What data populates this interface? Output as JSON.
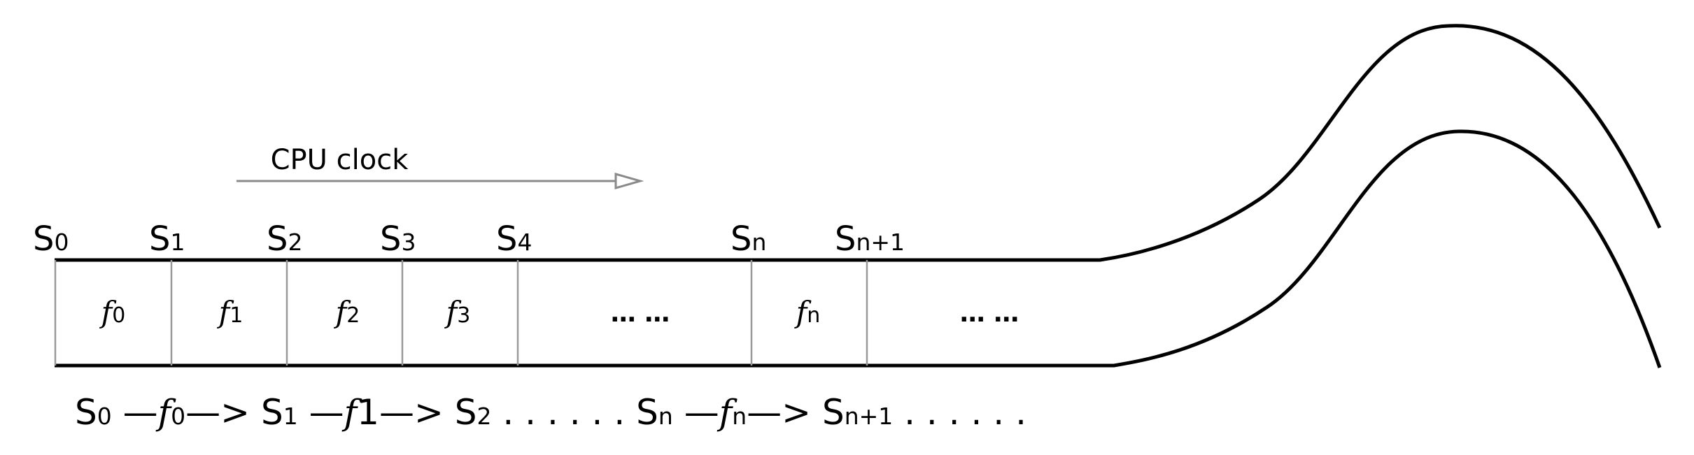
{
  "clock": {
    "label": "CPU clock"
  },
  "states": [
    {
      "base": "S",
      "sub": "0"
    },
    {
      "base": "S",
      "sub": "1"
    },
    {
      "base": "S",
      "sub": "2"
    },
    {
      "base": "S",
      "sub": "3"
    },
    {
      "base": "S",
      "sub": "4"
    },
    {
      "base": "S",
      "sub": "n"
    },
    {
      "base": "S",
      "sub": "n+1"
    }
  ],
  "cells": [
    {
      "kind": "func",
      "base": "f",
      "sub": "0"
    },
    {
      "kind": "func",
      "base": "f",
      "sub": "1"
    },
    {
      "kind": "func",
      "base": "f",
      "sub": "2"
    },
    {
      "kind": "func",
      "base": "f",
      "sub": "3"
    },
    {
      "kind": "dots",
      "text": "… …"
    },
    {
      "kind": "func",
      "base": "f",
      "sub": "n"
    },
    {
      "kind": "dots",
      "text": "… …"
    }
  ],
  "sequence": {
    "s0": "S",
    "s0_sub": "0",
    "arrow1_pre": " —",
    "f0": "f",
    "f0_sub": "0",
    "arrow1_post": "—> ",
    "s1": "S",
    "s1_sub": "1",
    "arrow2_pre": " —",
    "f1": "f",
    "f1_sub": "1",
    "arrow2_post": "—> ",
    "s2": "S",
    "s2_sub": "2",
    "dots1": " . . . . . . ",
    "sn": "S",
    "sn_sub": "n",
    "arrow3_pre": " —",
    "fn": "f",
    "fn_sub": "n",
    "arrow3_post": "—> ",
    "sn1": "S",
    "sn1_sub": "n+1",
    "dots2": " . . . . . ."
  }
}
